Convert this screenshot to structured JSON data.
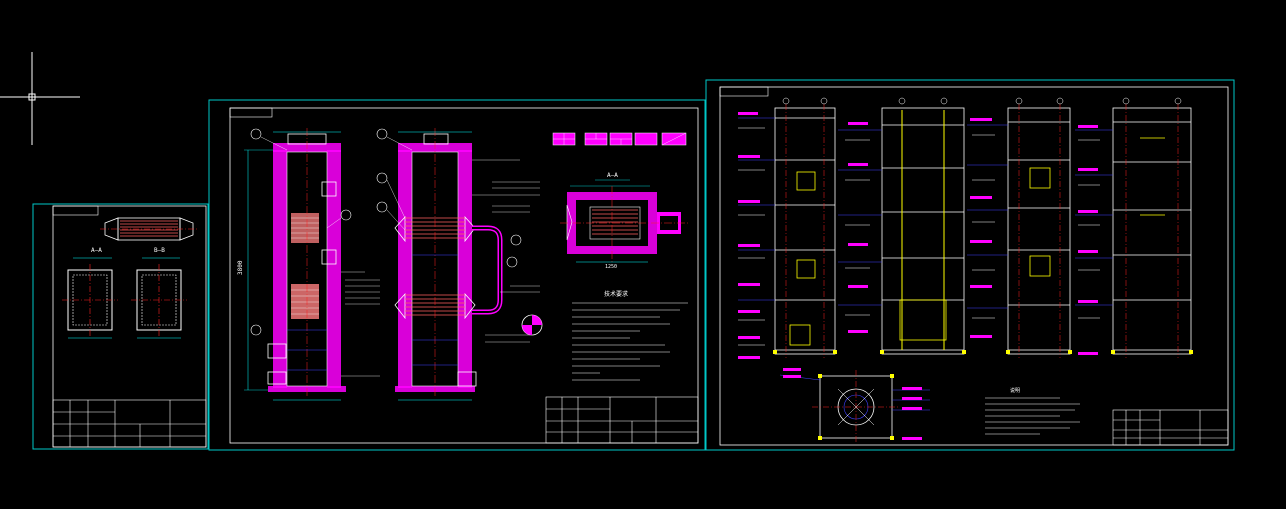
{
  "colors": {
    "background": "#000000",
    "frame": "#00c8c8",
    "inner_frame": "#ffffff",
    "brick": "#ff00ff",
    "tube": "#ff6060",
    "axis": "#ff2020",
    "dimension": "#00ffff",
    "leader": "#4040ff",
    "steel": "#ffff00",
    "annotation": "#ffffff"
  },
  "sheet1": {
    "label_a": "A—A",
    "label_b": "B—B"
  },
  "sheet2": {
    "section_label": "A—A",
    "height_dim": "3800",
    "width_dim": "1250",
    "notes_title": "技术要求"
  },
  "sheet3": {
    "notes_title": "说明"
  }
}
